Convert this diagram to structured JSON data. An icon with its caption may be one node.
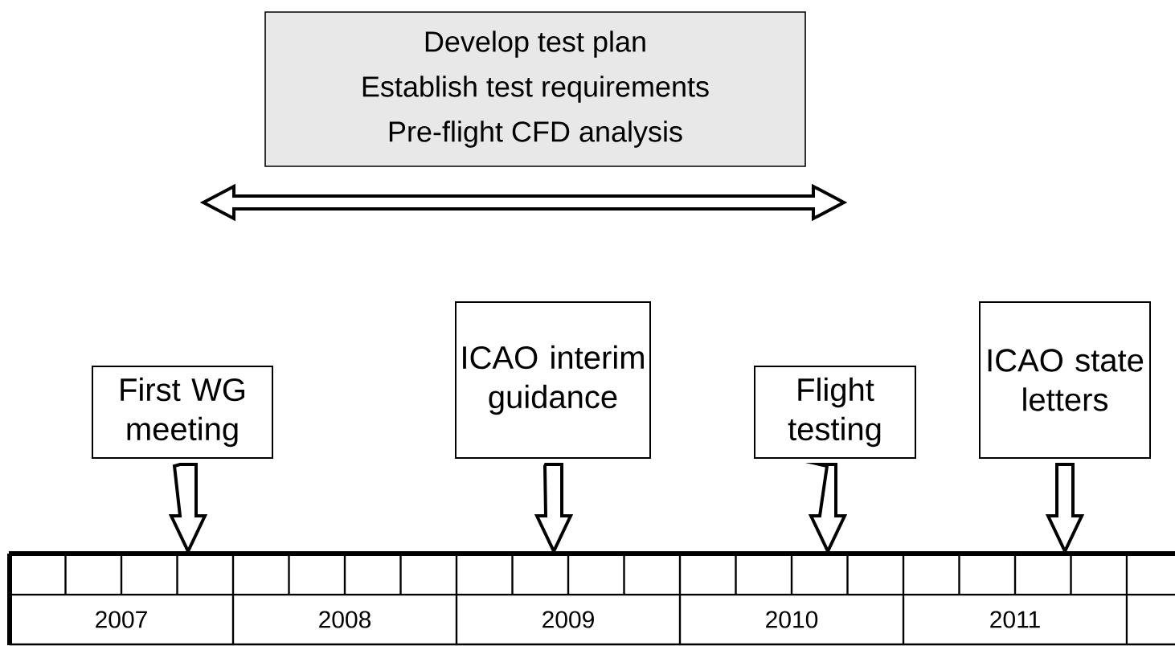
{
  "diagram": {
    "nodes": [
      {
        "text": [
          "Develop test plan",
          "Establish test requirements",
          "Pre-flight CFD analysis"
        ]
      },
      {
        "text": [
          "First WG meeting"
        ]
      },
      {
        "text": [
          "ICAO interim guidance"
        ]
      },
      {
        "text": [
          "Flight testing"
        ]
      },
      {
        "text": [
          "ICAO state letters"
        ]
      }
    ],
    "edges": [
      {
        "from": 1,
        "to": null,
        "arrow": "to"
      },
      {
        "from": 2,
        "to": null,
        "arrow": "to"
      },
      {
        "from": 3,
        "to": null,
        "arrow": "to"
      },
      {
        "from": 4,
        "to": null,
        "arrow": "to"
      }
    ],
    "labels": [
      "2007",
      "2008",
      "2009",
      "2010",
      "2011"
    ]
  }
}
